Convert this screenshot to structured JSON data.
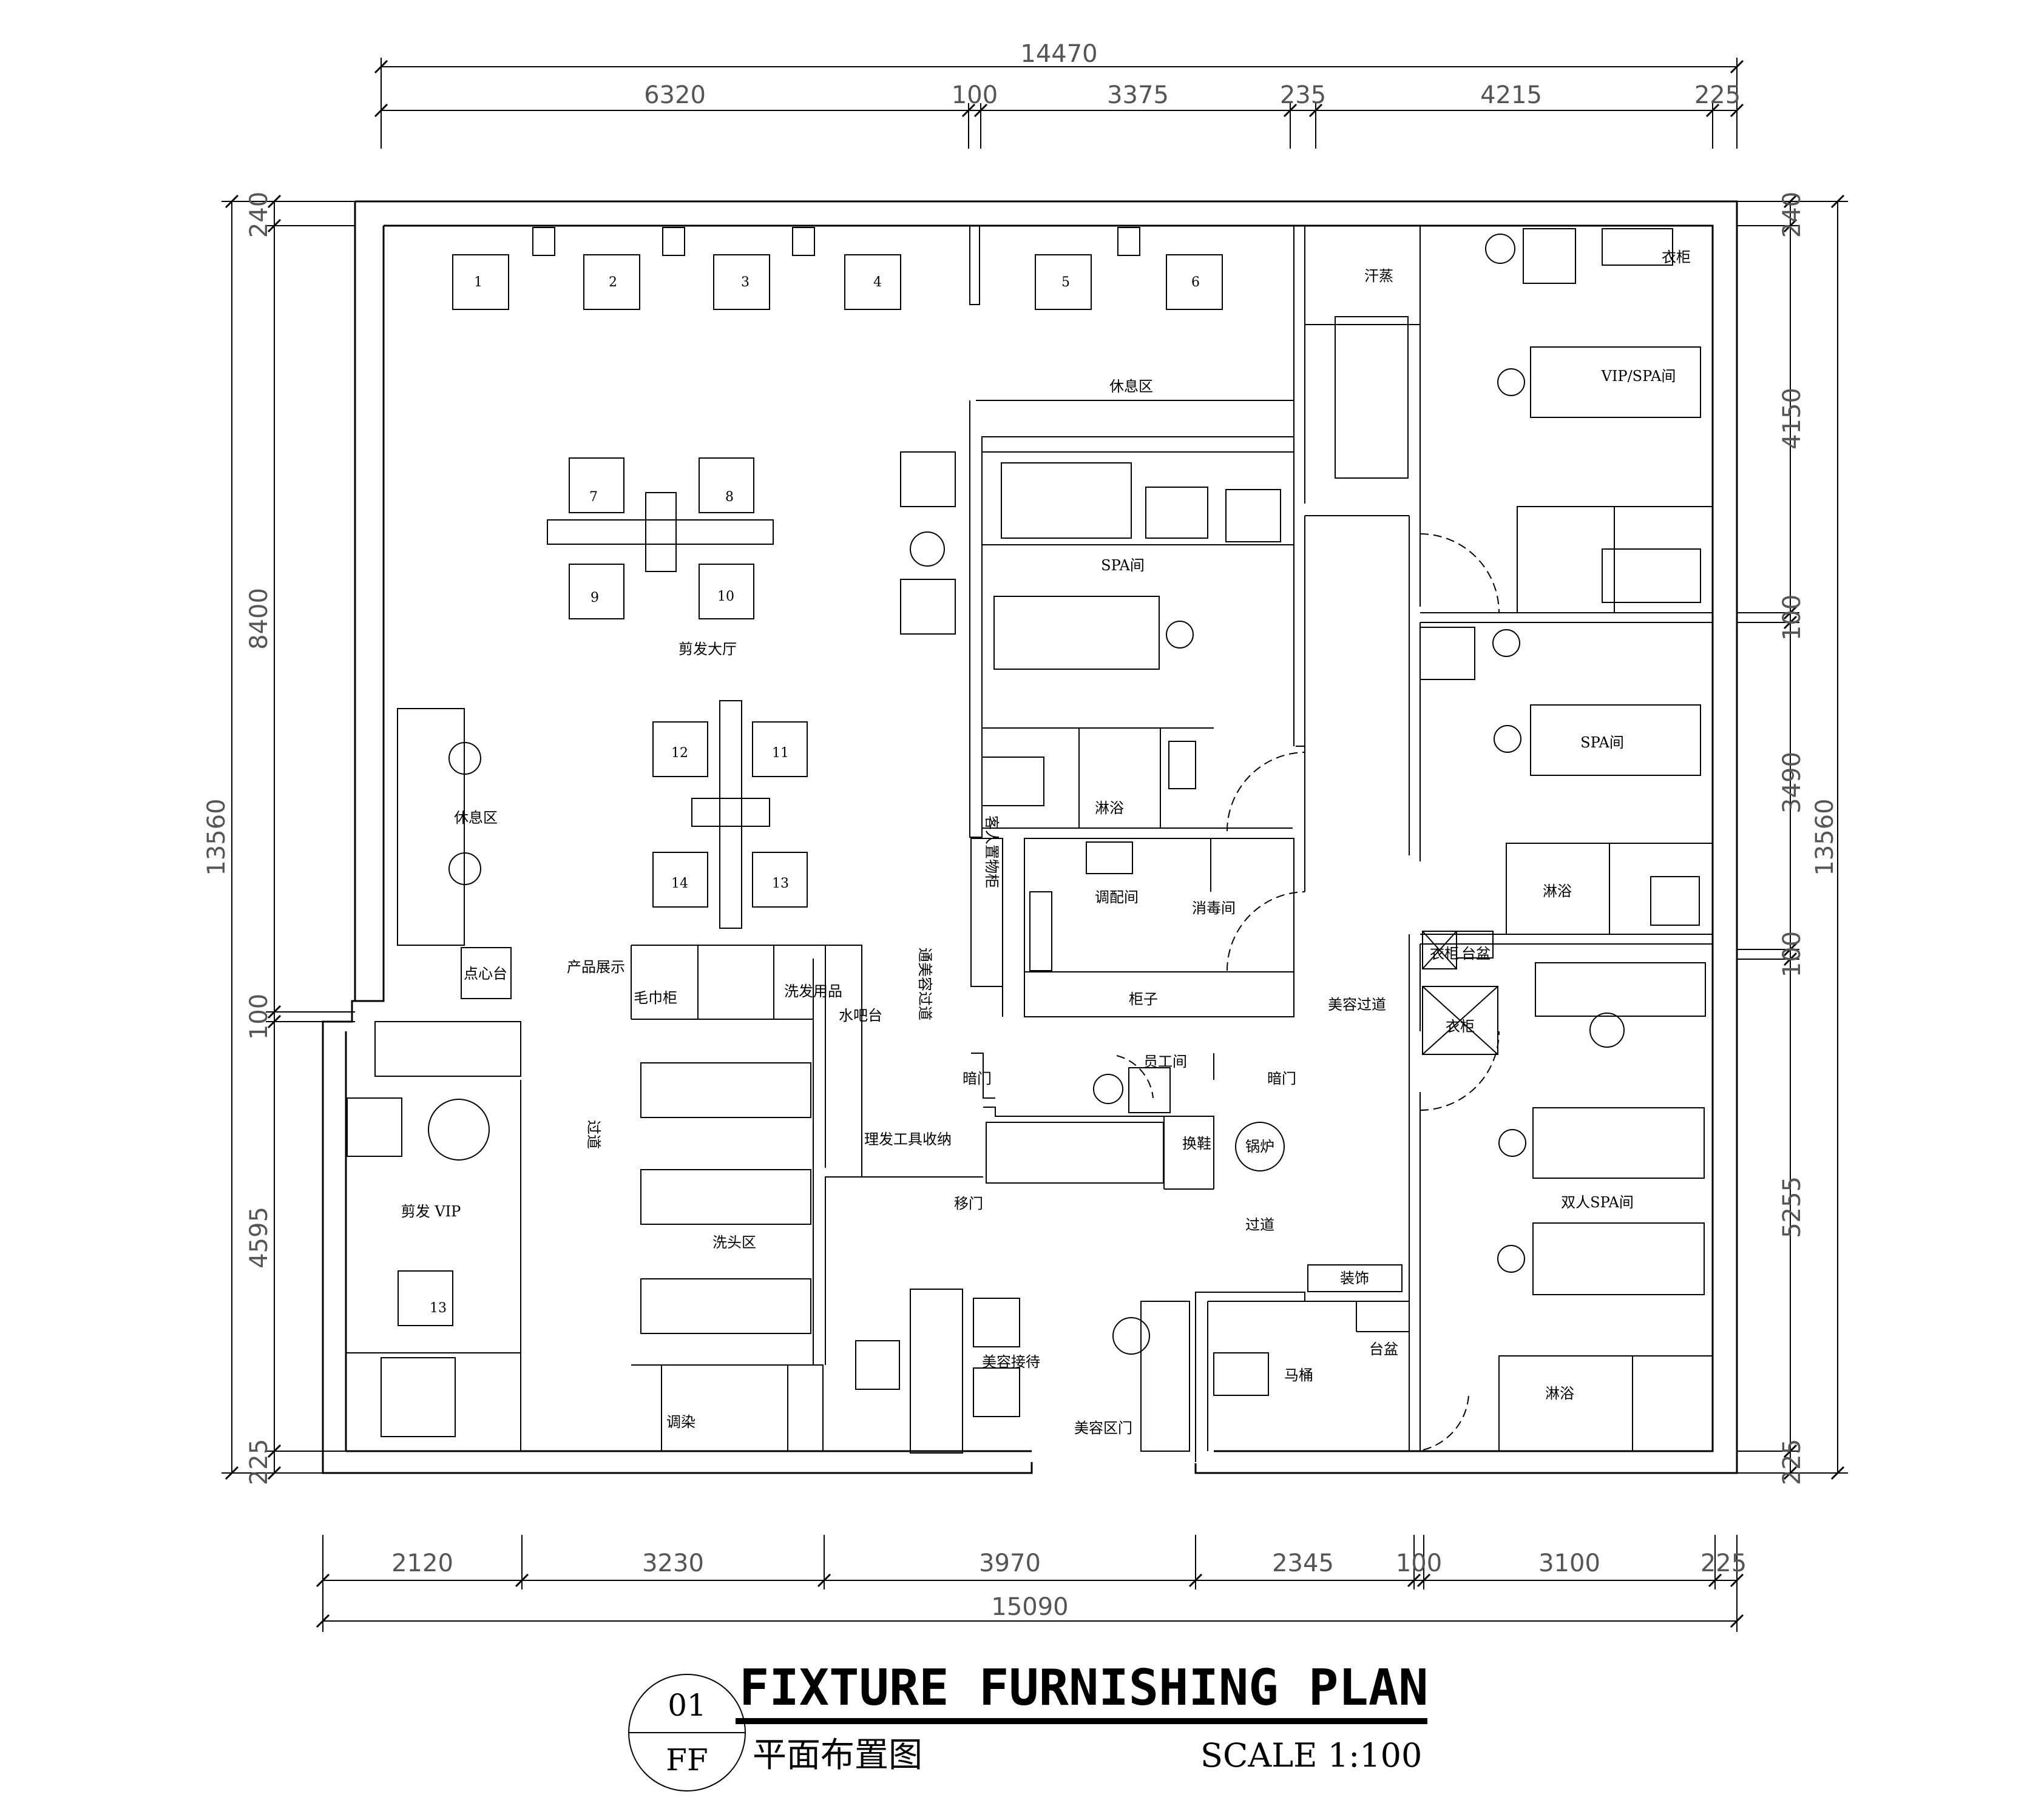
{
  "dimensions": {
    "top_total": "14470",
    "top_segments": [
      "6320",
      "100",
      "3375",
      "235",
      "4215",
      "225"
    ],
    "bottom_total": "15090",
    "bottom_segments": [
      "2120",
      "3230",
      "3970",
      "2345",
      "100",
      "3100",
      "225"
    ],
    "left_total": "13560",
    "left_segments": [
      "240",
      "8400",
      "100",
      "4595",
      "225"
    ],
    "right_total": "13560",
    "right_segments": [
      "240",
      "4150",
      "100",
      "3490",
      "100",
      "5255",
      "225"
    ]
  },
  "rooms": {
    "sweat_steam": "汗蒸",
    "wardrobe_1": "衣柜",
    "vip_spa": "VIP/SPA间",
    "rest_area_1": "休息区",
    "spa_room_1": "SPA间",
    "hair_hall": "剪发大厅",
    "spa_room_2": "SPA间",
    "rest_area_2": "休息区",
    "shower_1": "淋浴",
    "guest_locker": "客人置物柜",
    "mixing_room": "调配间",
    "disinfection_room": "消毒间",
    "shower_2": "淋浴",
    "wardrobe_2": "衣柜",
    "basin_1": "台盆",
    "snack_counter": "点心台",
    "product_display": "产品展示",
    "towel_cabinet": "毛巾柜",
    "wash_supplies": "洗发用品",
    "water_bar": "水吧台",
    "to_beauty_corridor": "通美容过道",
    "cabinet": "柜子",
    "beauty_corridor": "美容过道",
    "wardrobe_3": "衣柜",
    "hidden_door_1": "暗门",
    "staff_room": "员工间",
    "hidden_door_2": "暗门",
    "corridor_1": "过道",
    "hair_tool_storage": "理发工具收纳",
    "shoe_change": "换鞋",
    "boiler": "锅炉",
    "hair_vip": "剪发 VIP",
    "sliding_door": "移门",
    "corridor_2": "过道",
    "double_spa": "双人SPA间",
    "shampoo_area": "洗头区",
    "decoration": "装饰",
    "basin_2": "台盆",
    "toilet": "马桶",
    "beauty_reception": "美容接待",
    "shower_3": "淋浴",
    "dyeing": "调染",
    "beauty_door": "美容区门"
  },
  "seats": [
    "1",
    "2",
    "3",
    "4",
    "5",
    "6",
    "7",
    "8",
    "9",
    "10",
    "11",
    "12",
    "13",
    "14",
    "13"
  ],
  "title_block": {
    "badge_top": "01",
    "badge_bottom": "FF",
    "title": "FIXTURE FURNISHING PLAN",
    "subtitle": "平面布置图",
    "scale": "SCALE 1:100"
  }
}
